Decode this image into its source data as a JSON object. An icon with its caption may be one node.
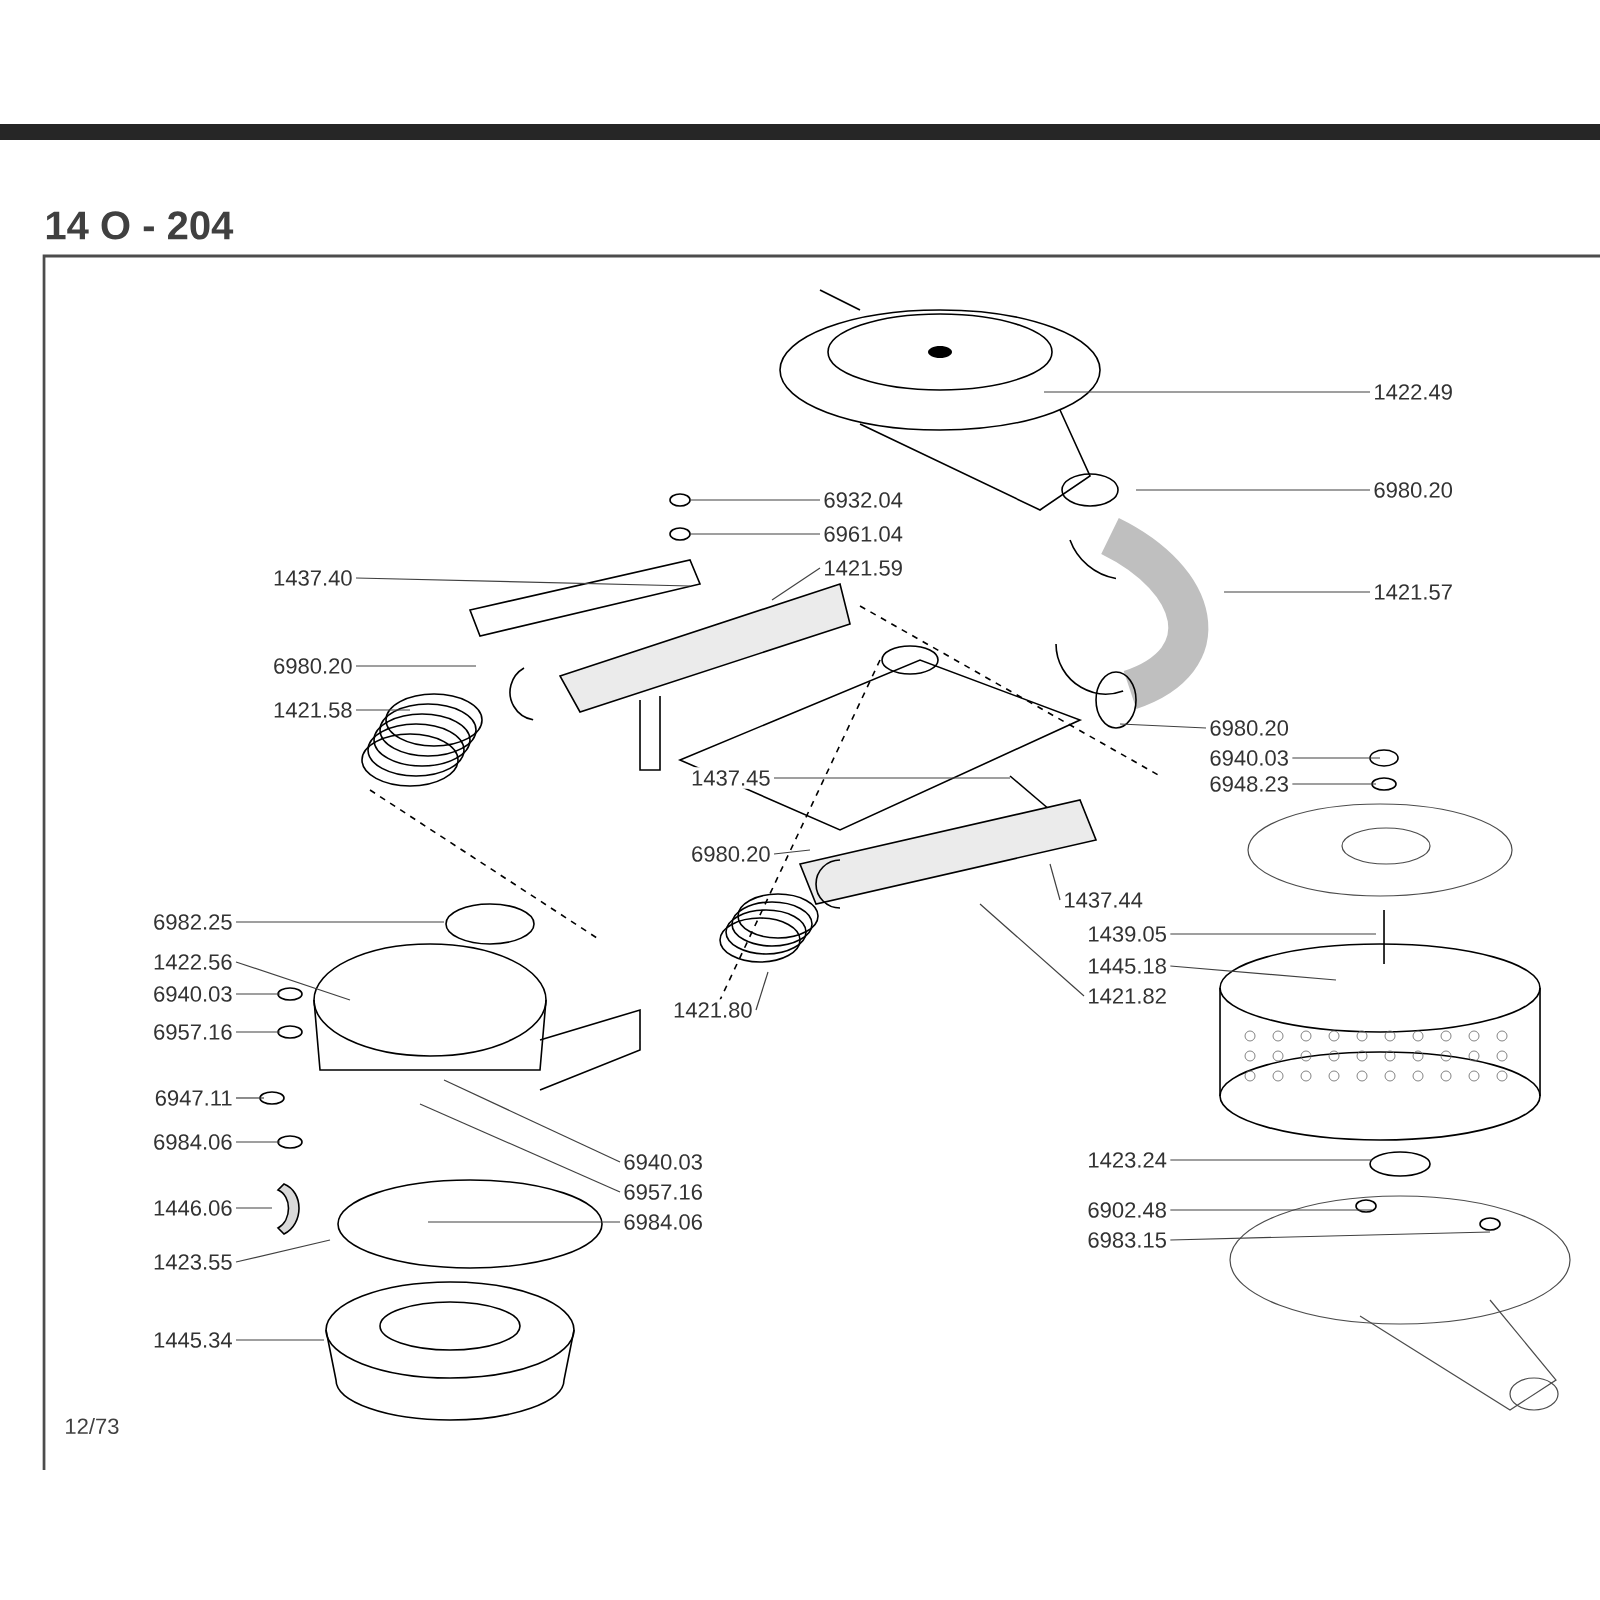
{
  "diagram": {
    "title": "14 O - 204",
    "nodes": [
      {
        "text": [
          "1422.49"
        ]
      },
      {
        "text": [
          "6980.20"
        ]
      },
      {
        "text": [
          "1421.57"
        ]
      },
      {
        "text": [
          "6932.04"
        ]
      },
      {
        "text": [
          "6961.04"
        ]
      },
      {
        "text": [
          "1437.40"
        ]
      },
      {
        "text": [
          "1421.59"
        ]
      },
      {
        "text": [
          "6980.20"
        ]
      },
      {
        "text": [
          "1421.58"
        ]
      },
      {
        "text": [
          "6980.20"
        ]
      },
      {
        "text": [
          "6940.03"
        ]
      },
      {
        "text": [
          "6948.23"
        ]
      },
      {
        "text": [
          "1437.45"
        ]
      },
      {
        "text": [
          "6980.20"
        ]
      },
      {
        "text": [
          "1437.44"
        ]
      },
      {
        "text": [
          "6982.25"
        ]
      },
      {
        "text": [
          "1439.05"
        ]
      },
      {
        "text": [
          "1422.56"
        ]
      },
      {
        "text": [
          "1445.18"
        ]
      },
      {
        "text": [
          "6940.03"
        ]
      },
      {
        "text": [
          "1421.80"
        ]
      },
      {
        "text": [
          "1421.82"
        ]
      },
      {
        "text": [
          "6957.16"
        ]
      },
      {
        "text": [
          "6947.11"
        ]
      },
      {
        "text": [
          "6984.06"
        ]
      },
      {
        "text": [
          "6940.03"
        ]
      },
      {
        "text": [
          "6957.16"
        ]
      },
      {
        "text": [
          "1423.24"
        ]
      },
      {
        "text": [
          "6984.06"
        ]
      },
      {
        "text": [
          "1446.06"
        ]
      },
      {
        "text": [
          "6902.48"
        ]
      },
      {
        "text": [
          "6983.15"
        ]
      },
      {
        "text": [
          "1423.55"
        ]
      },
      {
        "text": [
          "1445.34"
        ]
      }
    ],
    "edges": [
      {
        "from": 0,
        "to": null,
        "arrow": "none"
      },
      {
        "from": 1,
        "to": null,
        "arrow": "none"
      },
      {
        "from": 2,
        "to": null,
        "arrow": "none"
      },
      {
        "from": 3,
        "to": null,
        "arrow": "none"
      },
      {
        "from": 4,
        "to": null,
        "arrow": "none"
      },
      {
        "from": 5,
        "to": null,
        "arrow": "none"
      },
      {
        "from": 6,
        "to": null,
        "arrow": "none"
      },
      {
        "from": 7,
        "to": null,
        "arrow": "none"
      },
      {
        "from": 8,
        "to": null,
        "arrow": "none"
      },
      {
        "from": 9,
        "to": null,
        "arrow": "none"
      },
      {
        "from": 10,
        "to": null,
        "arrow": "none"
      },
      {
        "from": 11,
        "to": null,
        "arrow": "none"
      },
      {
        "from": 12,
        "to": null,
        "arrow": "none"
      },
      {
        "from": 13,
        "to": null,
        "arrow": "none"
      },
      {
        "from": 14,
        "to": null,
        "arrow": "none"
      },
      {
        "from": 15,
        "to": null,
        "arrow": "none"
      },
      {
        "from": 16,
        "to": null,
        "arrow": "none"
      },
      {
        "from": 17,
        "to": null,
        "arrow": "none"
      },
      {
        "from": 18,
        "to": null,
        "arrow": "none"
      },
      {
        "from": 19,
        "to": null,
        "arrow": "none"
      },
      {
        "from": 20,
        "to": null,
        "arrow": "none"
      },
      {
        "from": 21,
        "to": null,
        "arrow": "none"
      },
      {
        "from": 22,
        "to": null,
        "arrow": "none"
      },
      {
        "from": 23,
        "to": null,
        "arrow": "none"
      },
      {
        "from": 24,
        "to": null,
        "arrow": "none"
      },
      {
        "from": 25,
        "to": null,
        "arrow": "none"
      },
      {
        "from": 26,
        "to": null,
        "arrow": "none"
      },
      {
        "from": 27,
        "to": null,
        "arrow": "none"
      },
      {
        "from": 28,
        "to": null,
        "arrow": "none"
      },
      {
        "from": 29,
        "to": null,
        "arrow": "none"
      },
      {
        "from": 30,
        "to": null,
        "arrow": "none"
      },
      {
        "from": 31,
        "to": null,
        "arrow": "none"
      },
      {
        "from": 32,
        "to": null,
        "arrow": "none"
      },
      {
        "from": 33,
        "to": null,
        "arrow": "none"
      }
    ],
    "labels": [
      "12/73"
    ]
  }
}
